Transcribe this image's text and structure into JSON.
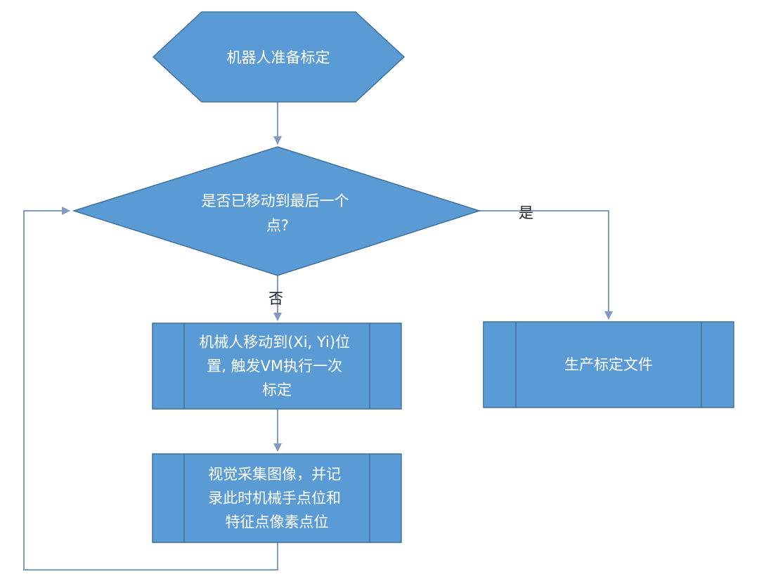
{
  "flowchart": {
    "start": {
      "lines": [
        "机器人准备标定"
      ]
    },
    "decision": {
      "lines": [
        "是否已移动到最后一个",
        "点?"
      ]
    },
    "step_move": {
      "lines": [
        "机械人移动到(Xi, Yi)位",
        "置, 触发VM执行一次",
        "标定"
      ]
    },
    "step_capture": {
      "lines": [
        "视觉采集图像，并记",
        "录此时机械手点位和",
        "特征点像素点位"
      ]
    },
    "step_output": {
      "lines": [
        "生产标定文件"
      ]
    },
    "labels": {
      "yes": "是",
      "no": "否"
    }
  },
  "colors": {
    "node_fill": "#5b9bd5",
    "node_stroke": "#41719c",
    "edge": "#7f9cc0",
    "text": "#ffffff",
    "label": "#222222"
  }
}
